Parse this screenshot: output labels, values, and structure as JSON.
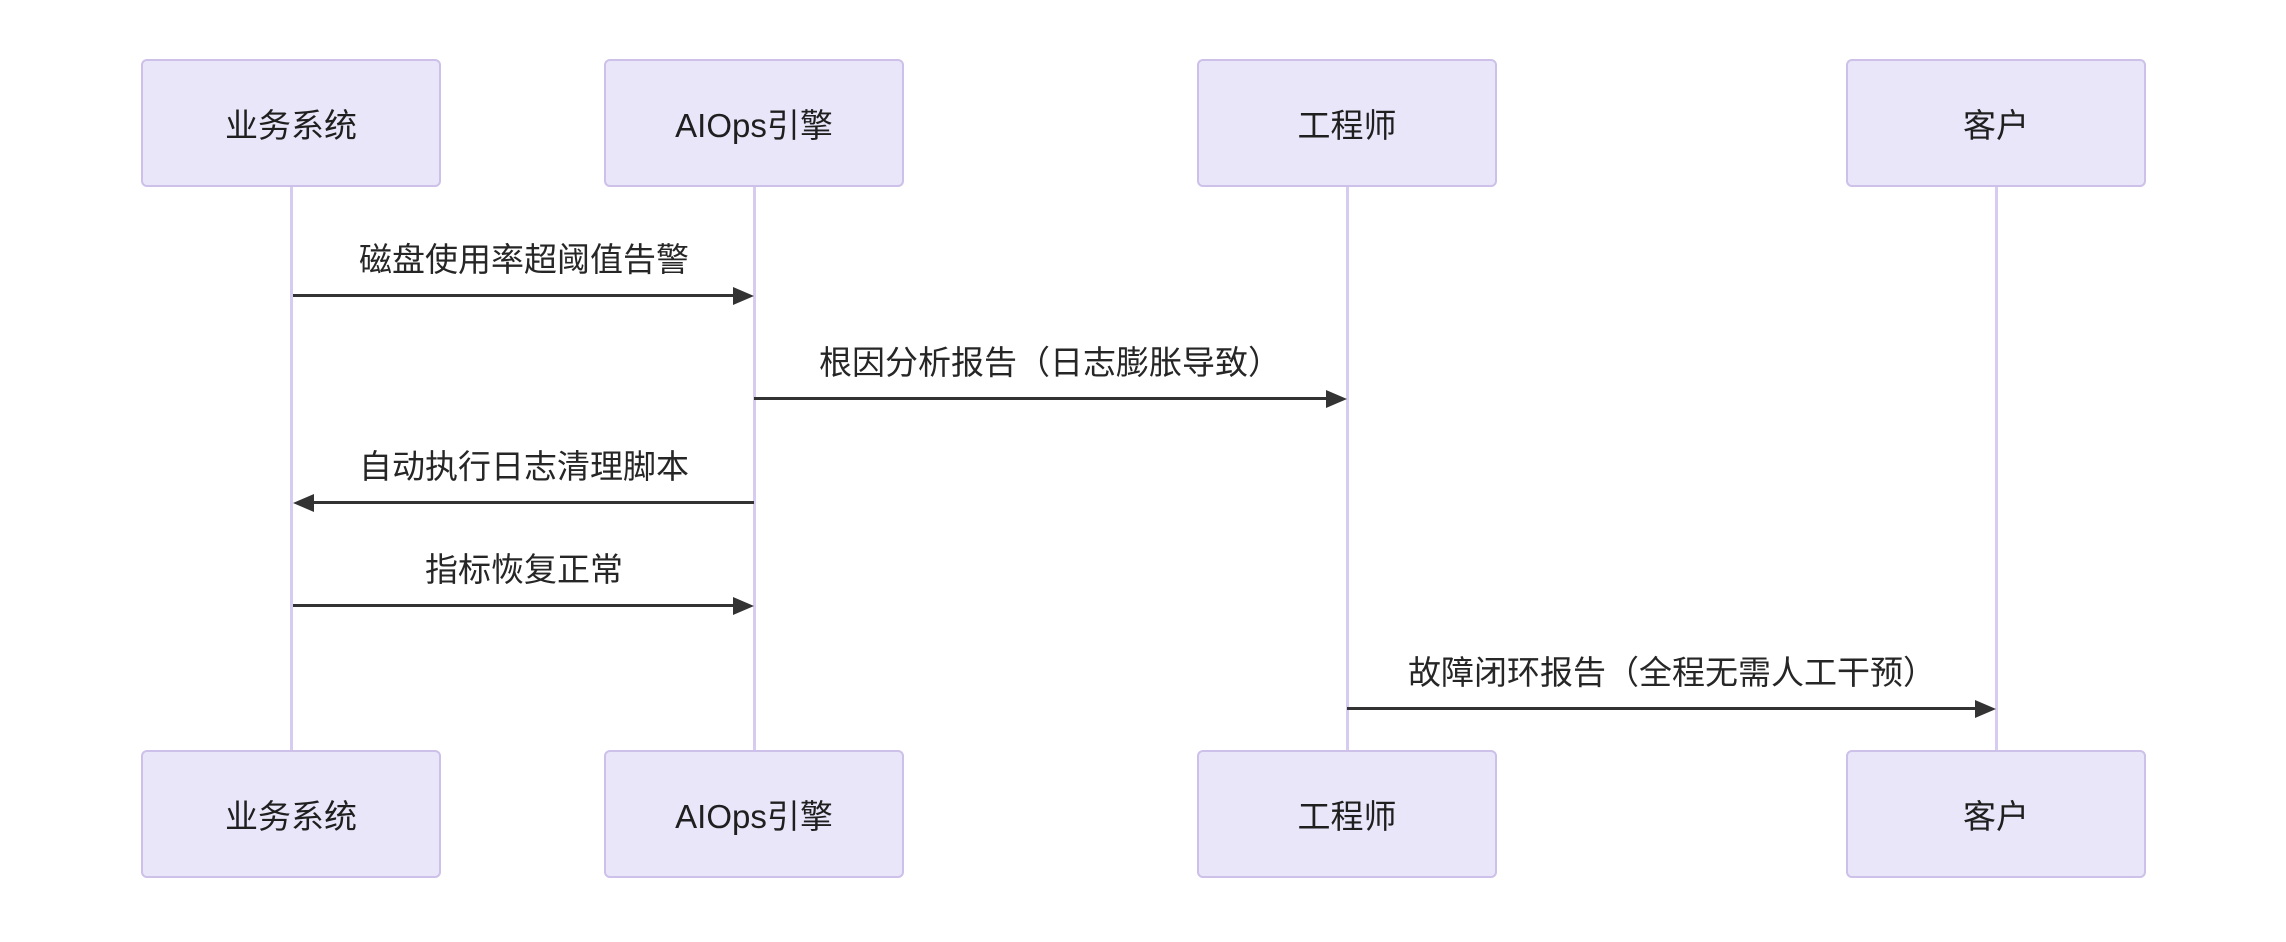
{
  "diagram": {
    "type": "sequence",
    "background": "#FFFFFF"
  },
  "actors": [
    {
      "label": "业务系统"
    },
    {
      "label": "AIOps引擎"
    },
    {
      "label": "工程师"
    },
    {
      "label": "客户"
    }
  ],
  "messages": [
    {
      "from": "业务系统",
      "to": "AIOps引擎",
      "text": "磁盘使用率超阈值告警",
      "line": "solid",
      "direction": "right"
    },
    {
      "from": "AIOps引擎",
      "to": "工程师",
      "text": "根因分析报告（日志膨胀导致）",
      "line": "solid",
      "direction": "right"
    },
    {
      "from": "AIOps引擎",
      "to": "业务系统",
      "text": "自动执行日志清理脚本",
      "line": "solid",
      "direction": "left"
    },
    {
      "from": "业务系统",
      "to": "AIOps引擎",
      "text": "指标恢复正常",
      "line": "solid",
      "direction": "right"
    },
    {
      "from": "工程师",
      "to": "客户",
      "text": "故障闭环报告（全程无需人工干预）",
      "line": "solid",
      "direction": "right"
    }
  ],
  "colors": {
    "actor_fill": "#E9E6F9",
    "actor_border": "#CDC0E9",
    "lifeline": "#D7CBF0",
    "arrow": "#333333",
    "text": "#262626",
    "background": "#FFFFFF"
  }
}
